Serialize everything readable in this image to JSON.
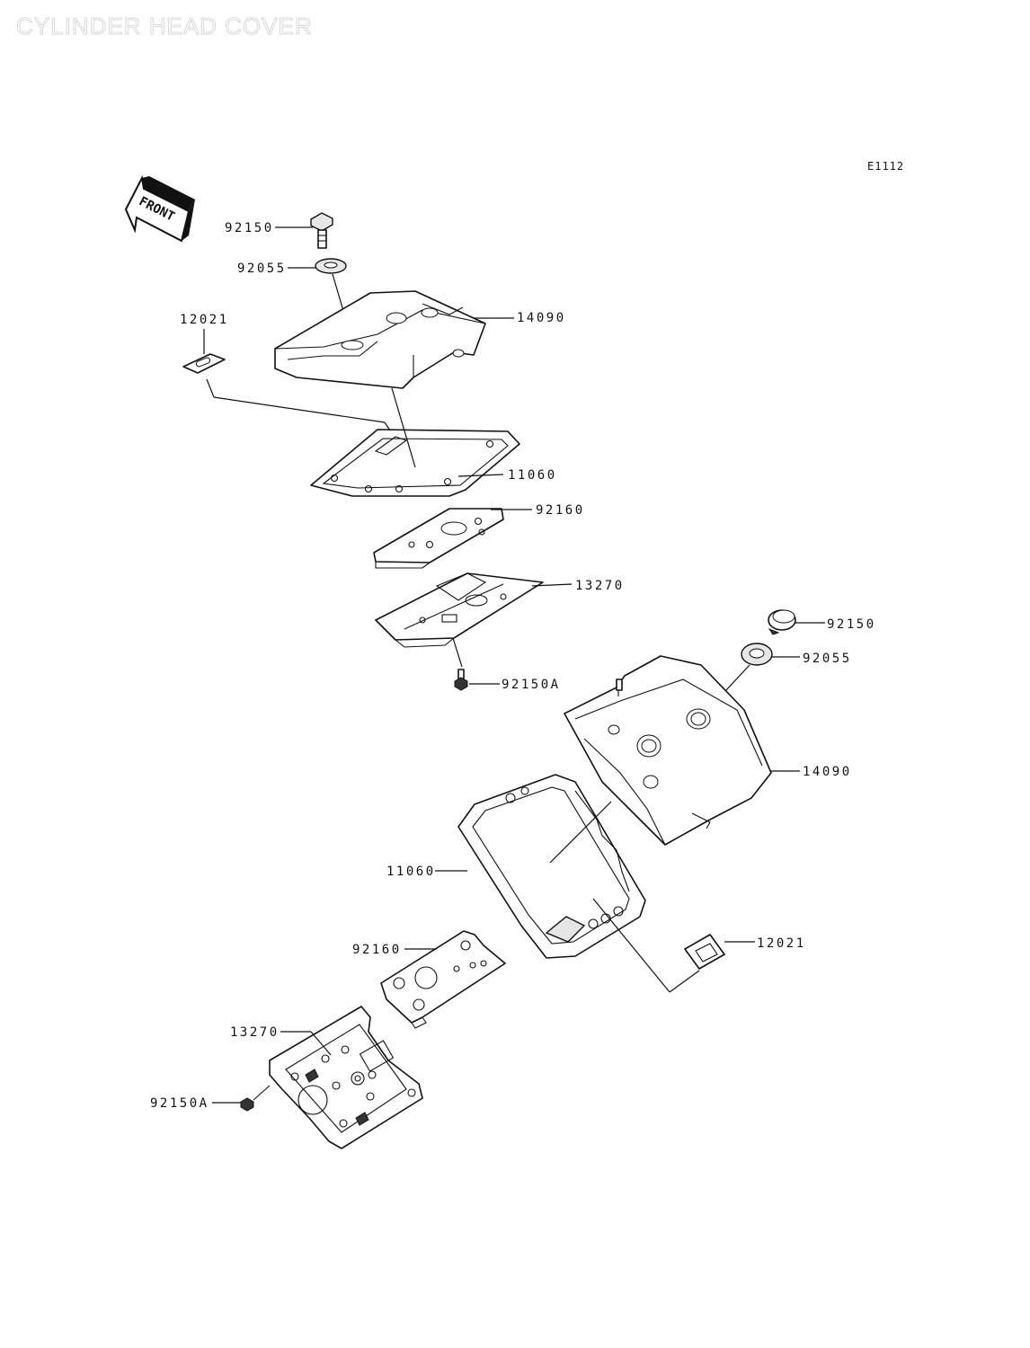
{
  "title": "CYLINDER HEAD COVER",
  "diagram_code": "E1112",
  "front_arrow_label": "FRONT",
  "upper_assembly": {
    "bolt": "92150",
    "washer": "92055",
    "cover": "14090",
    "grommet": "12021",
    "gasket": "11060",
    "plate": "92160",
    "breather_plate": "13270",
    "screw": "92150A"
  },
  "lower_assembly": {
    "bolt": "92150",
    "washer": "92055",
    "cover": "14090",
    "gasket": "11060",
    "plate": "92160",
    "grommet": "12021",
    "breather_plate": "13270",
    "screw": "92150A"
  }
}
